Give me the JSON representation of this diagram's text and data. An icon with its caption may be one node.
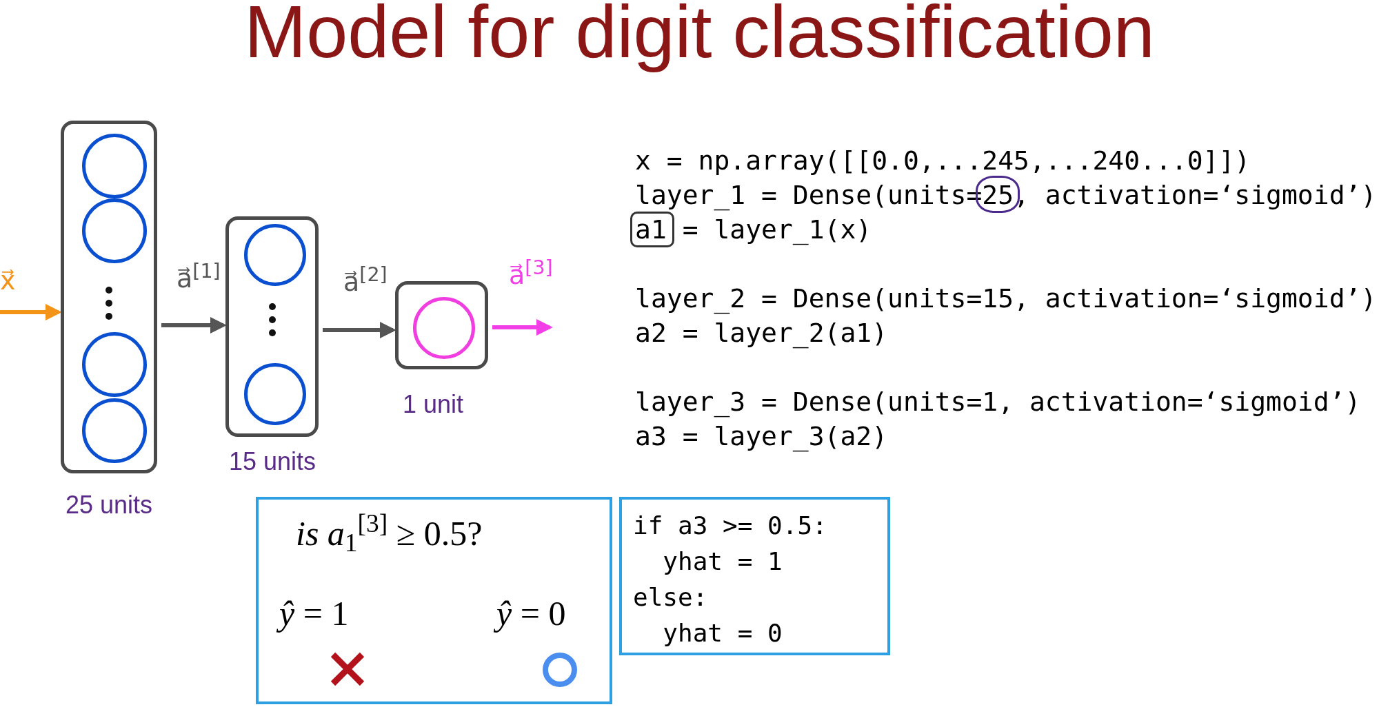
{
  "diagram": {
    "title": "Model for digit classification",
    "nodes": [
      {
        "text": [],
        "shape": "box",
        "beside": [
          "25 units"
        ]
      },
      {
        "text": [],
        "shape": "circle",
        "in": 0
      },
      {
        "text": [],
        "shape": "circle",
        "in": 0
      },
      {
        "text": [],
        "shape": "circle",
        "in": 0
      },
      {
        "text": [],
        "shape": "circle",
        "in": 0
      },
      {
        "text": [],
        "shape": "box",
        "beside": [
          "15 units"
        ]
      },
      {
        "text": [],
        "shape": "circle",
        "in": 5
      },
      {
        "text": [],
        "shape": "circle",
        "in": 5
      },
      {
        "text": [],
        "shape": "box",
        "beside": [
          "1 unit"
        ]
      },
      {
        "text": [],
        "shape": "circle",
        "in": 8
      },
      {
        "text": [
          "*is* *a*$_{1}$$^{[3]}$ ≥ 0.5?",
          "*ŷ* = 1",
          "*ŷ* = 0"
        ]
      },
      {
        "text": [
          "if a3 >= 0.5:",
          "  yhat = 1",
          "else:",
          "  yhat = 0"
        ]
      }
    ],
    "edges": [
      {
        "from": null,
        "to": 0,
        "arrow": "to",
        "label": "x⃗",
        "color": "#f39318"
      },
      {
        "from": 0,
        "to": 5,
        "arrow": "to",
        "label": "a⃗$^{[1]}$"
      },
      {
        "from": 5,
        "to": 8,
        "arrow": "to",
        "label": "a⃗$^{[2]}$"
      },
      {
        "from": 8,
        "to": null,
        "arrow": "to",
        "label": "a⃗$^{[3]}$",
        "color": "#f23ee6"
      }
    ],
    "labels": [
      "x = np.array([[0.0,...245,...240...0]])",
      "layer_1 = Dense(units=25, activation=‘sigmoid’)",
      "a1 = layer_1(x)",
      "layer_2 = Dense(units=15, activation=‘sigmoid’)",
      "a2 = layer_2(a1)",
      "layer_3 = Dense(units=1, activation=‘sigmoid’)",
      "a3 = layer_3(a2)"
    ]
  }
}
